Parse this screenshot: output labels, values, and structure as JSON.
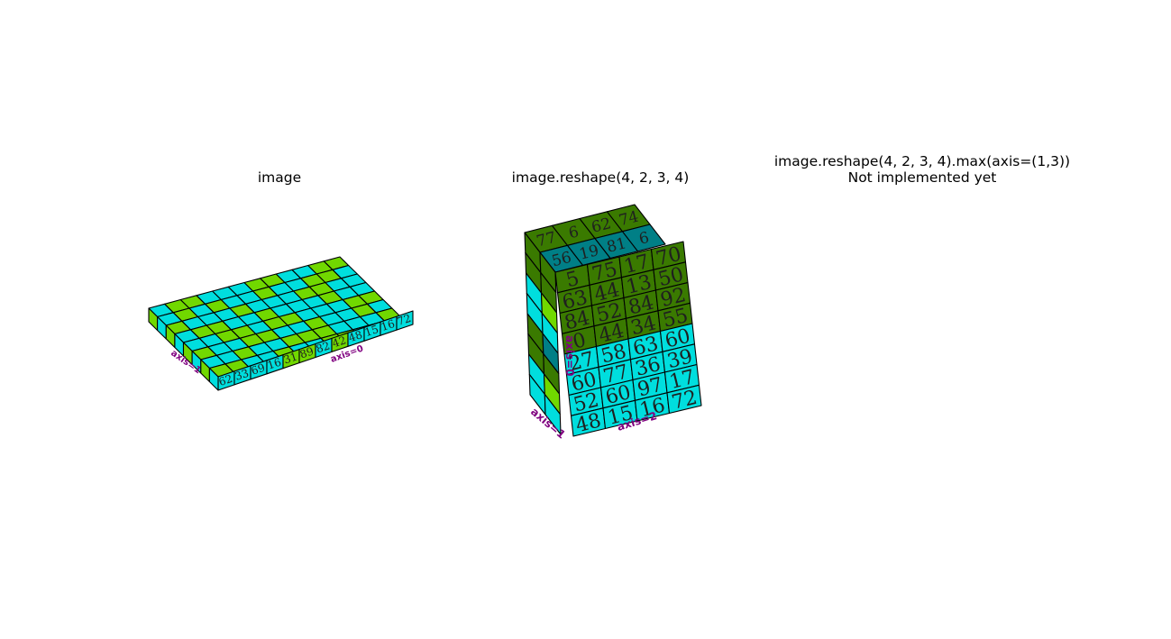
{
  "panels": [
    {
      "title": "image",
      "subtitle": "",
      "axis_labels": [
        "axis=0",
        "axis=1"
      ],
      "front_numbers": [
        "62",
        "33",
        "69",
        "16",
        "31",
        "89",
        "82",
        "42",
        "48",
        "15",
        "16",
        "72"
      ],
      "colors": {
        "cyan": "#00dede",
        "lime": "#71d800",
        "green": "#3a7a00",
        "teal": "#007f86"
      }
    },
    {
      "title": "image.reshape(4, 2, 3, 4)",
      "subtitle": "",
      "axis_labels": [
        "axis=0",
        "axis=1",
        "axis=2"
      ],
      "front_rows": [
        [
          "5",
          "75",
          "17",
          "70"
        ],
        [
          "63",
          "44",
          "13",
          "50"
        ],
        [
          "84",
          "52",
          "84",
          "92"
        ],
        [
          "0",
          "44",
          "34",
          "55"
        ],
        [
          "27",
          "58",
          "63",
          "60"
        ],
        [
          "60",
          "77",
          "36",
          "39"
        ],
        [
          "52",
          "60",
          "97",
          "17"
        ],
        [
          "48",
          "15",
          "16",
          "72"
        ]
      ],
      "top_numbers": [
        "77",
        "6",
        "62",
        "74",
        "56",
        "19",
        "81",
        "6"
      ]
    },
    {
      "title": "image.reshape(4, 2, 3, 4).max(axis=(1,3))",
      "subtitle": "Not implemented yet"
    }
  ]
}
